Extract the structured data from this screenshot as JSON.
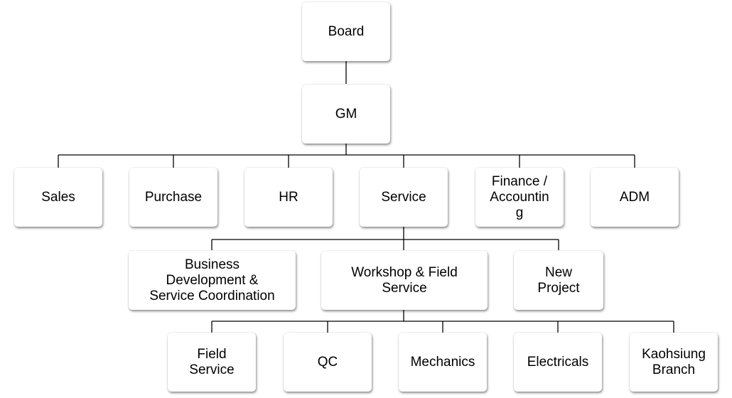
{
  "org_chart": {
    "top": {
      "label": "Board"
    },
    "gm": {
      "label": "GM"
    },
    "departments": [
      {
        "label": "Sales"
      },
      {
        "label": "Purchase"
      },
      {
        "label": "HR"
      },
      {
        "label": "Service"
      },
      {
        "label": "Finance /\nAccountin\ng"
      },
      {
        "label": "ADM"
      }
    ],
    "service_units": [
      {
        "label": "Business\nDevelopment &\nService Coordination"
      },
      {
        "label": "Workshop & Field\nService"
      },
      {
        "label": "New\nProject"
      }
    ],
    "workshop_units": [
      {
        "label": "Field\nService"
      },
      {
        "label": "QC"
      },
      {
        "label": "Mechanics"
      },
      {
        "label": "Electricals"
      },
      {
        "label": "Kaohsiung\nBranch"
      }
    ],
    "colors": {
      "line": "#000000",
      "box_fill": "#ffffff",
      "text": "#000000"
    }
  }
}
